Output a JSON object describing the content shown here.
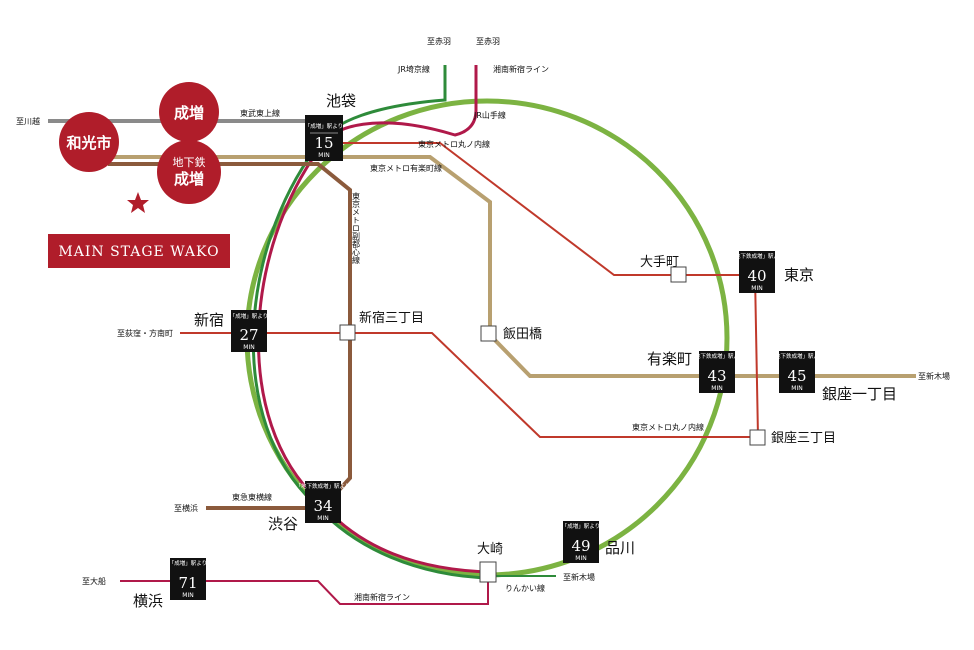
{
  "colors": {
    "yamanote": "#7cb342",
    "saikyo": "#2e8b3a",
    "shonan": "#b0194a",
    "tobu": "#8a8a8a",
    "yurakucho": "#b8a070",
    "marunouchi": "#c0392b",
    "fukutoshin": "#8b5a3c",
    "toyoko": "#8b5a3c",
    "brand": "#b01d2a",
    "badge": "#111111"
  },
  "places": {
    "wakoshi": "和光市",
    "narimasu": "成増",
    "chikatetsu_narimasu_l1": "地下鉄",
    "chikatetsu_narimasu_l2": "成増",
    "brand": "MAIN STAGE WAKO"
  },
  "stations": {
    "ikebukuro": "池袋",
    "tokyo": "東京",
    "otemachi": "大手町",
    "shinjuku": "新宿",
    "shinjuku_sanchome": "新宿三丁目",
    "iidabashi": "飯田橋",
    "yurakucho": "有楽町",
    "ginza_itchome": "銀座一丁目",
    "ginza_sanchome": "銀座三丁目",
    "shibuya": "渋谷",
    "osaki": "大崎",
    "shinagawa": "品川",
    "yokohama": "横浜"
  },
  "lines": {
    "tobu_tojo": "東武東上線",
    "jr_saikyo": "JR埼京線",
    "shonan_shinjuku_1": "湘南新宿ライン",
    "shonan_shinjuku_2": "湘南新宿ライン",
    "jr_yamanote": "JR山手線",
    "marunouchi_1": "東京メトロ丸ノ内線",
    "marunouchi_2": "東京メトロ丸ノ内線",
    "yurakucho": "東京メトロ有楽町線",
    "fukutoshin": "東京メトロ副都心線",
    "toyoko": "東急東横線",
    "rinkai": "りんかい線"
  },
  "destinations": {
    "kawagoe": "至川越",
    "akabane_1": "至赤羽",
    "akabane_2": "至赤羽",
    "ogikubo": "至荻窪・方南町",
    "shinkiba_1": "至新木場",
    "shinkiba_2": "至新木場",
    "yokohama": "至横浜",
    "ofuna": "至大船"
  },
  "badges": {
    "ikebukuro": {
      "label": "「成増」駅より",
      "minutes": "15",
      "unit": "MIN"
    },
    "tokyo": {
      "label": "「地下鉄成増」駅より",
      "minutes": "40",
      "unit": "MIN"
    },
    "shinjuku": {
      "label": "「成増」駅より",
      "minutes": "27",
      "unit": "MIN"
    },
    "yurakucho": {
      "label": "「地下鉄成増」駅より",
      "minutes": "43",
      "unit": "MIN"
    },
    "ginza_itchome": {
      "label": "「地下鉄成増」駅より",
      "minutes": "45",
      "unit": "MIN"
    },
    "shibuya": {
      "label": "「地下鉄成増」駅より",
      "minutes": "34",
      "unit": "MIN"
    },
    "shinagawa": {
      "label": "「成増」駅より",
      "minutes": "49",
      "unit": "MIN"
    },
    "yokohama": {
      "label": "「成増」駅より",
      "minutes": "71",
      "unit": "MIN"
    }
  }
}
